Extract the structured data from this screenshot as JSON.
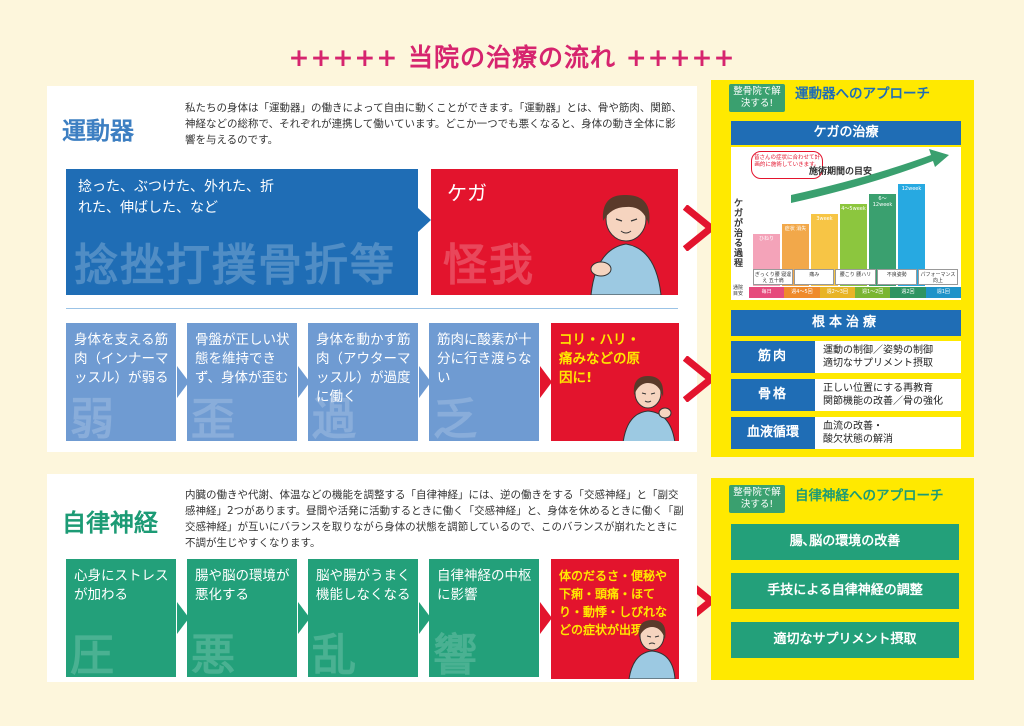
{
  "title": "+++++ 当院の治療の流れ +++++",
  "undouki": {
    "label": "運動器",
    "description": "私たちの身体は「運動器」の働きによって自由に動くことができます。「運動器」とは、骨や筋肉、関節、神経などの総称で、それぞれが連携して働いています。どこか一つでも悪くなると、身体の動き全体に影響を与えるのです。",
    "injury_causes": "捻った、ぶつけた、外れた、折れた、伸ばした、など",
    "injury_kanji": "捻挫打撲骨折等",
    "kega_label": "ケガ",
    "kega_kanji": "怪我",
    "steps": [
      {
        "text": "身体を支える筋肉（インナーマッスル）が弱る",
        "ghost": "弱"
      },
      {
        "text": "骨盤が正しい状態を維持できず、身体が歪む",
        "ghost": "歪"
      },
      {
        "text": "身体を動かす筋肉（アウターマッスル）が過度に働く",
        "ghost": "過"
      },
      {
        "text": "筋肉に酸素が十分に行き渡らない",
        "ghost": "乏"
      }
    ],
    "result": "コリ・ハリ・痛みなどの原因に!"
  },
  "jiritsu": {
    "label": "自律神経",
    "description": "内臓の働きや代謝、体温などの機能を調整する「自律神経」には、逆の働きをする「交感神経」と「副交感神経」2つがあります。昼間や活発に活動するときに働く「交感神経」と、身体を休めるときに働く「副交感神経」が互いにバランスを取りながら身体の状態を調節しているので、このバランスが崩れたときに不調が生じやすくなります。",
    "steps": [
      {
        "text": "心身にストレスが加わる",
        "ghost": "圧"
      },
      {
        "text": "腸や脳の環境が悪化する",
        "ghost": "悪"
      },
      {
        "text": "脳や腸がうまく機能しなくなる",
        "ghost": "乱"
      },
      {
        "text": "自律神経の中枢に影響",
        "ghost": "響"
      }
    ],
    "result": "体のだるさ・便秘や下痢・頭痛・ほてり・動悸・しびれなどの症状が出現"
  },
  "right_top": {
    "badge": "整骨院で解決する!",
    "approach": "運動器へのアプローチ",
    "kega_bar": "ケガの治療",
    "chart": {
      "title": "施術期間の目安",
      "bubble": "皆さんの症状に合わせて計画的に施術していきます。",
      "vertical": "ケガが治る過程",
      "notch": "通院目安",
      "stages": [
        "ぎっくり腰 寝違え 五十肩",
        "痛み",
        "腰こり 腰ハリ",
        "不良姿勢",
        "パフォーマンス向上"
      ],
      "periods": [
        "毎日",
        "週4〜5回",
        "週2〜3回",
        "週1〜2回",
        "週2回",
        "週1回"
      ],
      "columns": [
        "ひねり",
        "症状 消失",
        "3week",
        "4〜5week",
        "6〜12week",
        "12week"
      ]
    },
    "konpon_bar": "根本治療",
    "rows": [
      {
        "label": "筋肉",
        "text1": "運動の制御／姿勢の制御",
        "text2": "適切なサプリメント摂取"
      },
      {
        "label": "骨格",
        "text1": "正しい位置にする再教育",
        "text2": "関節機能の改善／骨の強化"
      },
      {
        "label": "血液循環",
        "text1": "血流の改善・",
        "text2": "酸欠状態の解消"
      }
    ]
  },
  "right_bot": {
    "badge": "整骨院で解決する!",
    "approach": "自律神経へのアプローチ",
    "items": [
      "腸､脳の環境の改善",
      "手技による自律神経の調整",
      "適切なサプリメント摂取"
    ]
  },
  "colors": {
    "accent": "#d6246e",
    "blue": "#1f6db5",
    "red": "#e3142d",
    "green": "#23a07a",
    "yellow": "#ffe900"
  }
}
